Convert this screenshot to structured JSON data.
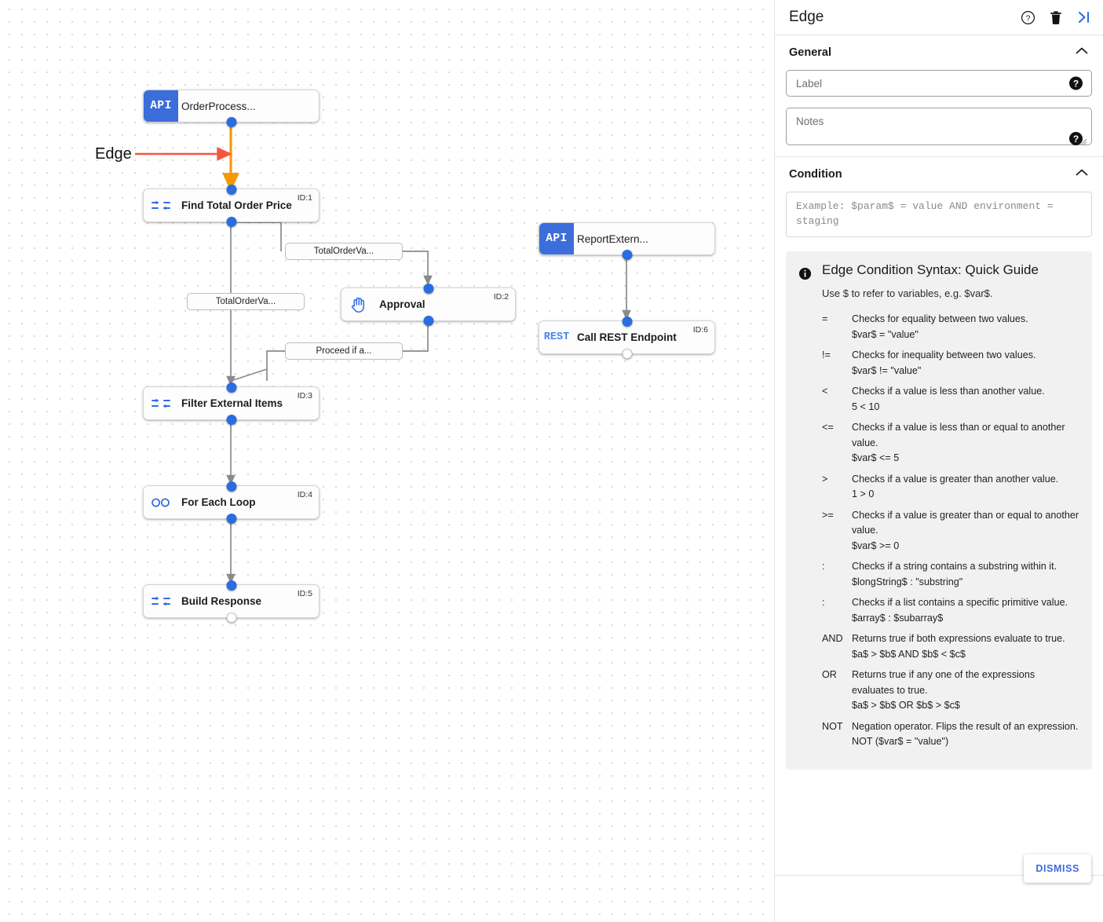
{
  "canvas": {
    "annotation": {
      "text": "Edge",
      "arrow_color": "#f4573c"
    },
    "highlight_edge_color": "#f59a00",
    "nodes": [
      {
        "key": "orderprocess",
        "badge": "API",
        "title": "OrderProcess...",
        "id_label": "",
        "icon": "api-badge-icon"
      },
      {
        "key": "find_total",
        "badge": "",
        "title": "Find Total Order Price",
        "id_label": "ID:1",
        "icon": "merge-arrows-icon"
      },
      {
        "key": "approval",
        "badge": "",
        "title": "Approval",
        "id_label": "ID:2",
        "icon": "hand-icon"
      },
      {
        "key": "filter",
        "badge": "",
        "title": "Filter External Items",
        "id_label": "ID:3",
        "icon": "merge-arrows-icon"
      },
      {
        "key": "foreach",
        "badge": "",
        "title": "For Each Loop",
        "id_label": "ID:4",
        "icon": "infinity-icon"
      },
      {
        "key": "build",
        "badge": "",
        "title": "Build Response",
        "id_label": "ID:5",
        "icon": "merge-arrows-icon"
      },
      {
        "key": "reportextern",
        "badge": "API",
        "title": "ReportExtern...",
        "id_label": "",
        "icon": "api-badge-icon"
      },
      {
        "key": "callrest",
        "badge": "REST",
        "title": "Call REST Endpoint",
        "id_label": "ID:6",
        "icon": "rest-badge-icon"
      }
    ],
    "edge_labels": [
      {
        "key": "l1",
        "text": "TotalOrderVa..."
      },
      {
        "key": "l2",
        "text": "TotalOrderVa..."
      },
      {
        "key": "l3",
        "text": "Proceed if a..."
      }
    ]
  },
  "panel": {
    "title": "Edge",
    "icons": {
      "help": "help-circle-icon",
      "delete": "trash-icon",
      "collapse": "collapse-panel-icon"
    },
    "general": {
      "heading": "General",
      "label_field": {
        "placeholder": "Label",
        "value": ""
      },
      "notes_field": {
        "placeholder": "Notes",
        "value": ""
      }
    },
    "condition": {
      "heading": "Condition",
      "placeholder": "Example: $param$ = value AND environment = staging",
      "value": ""
    },
    "guide": {
      "title": "Edge Condition Syntax: Quick Guide",
      "subtitle": "Use $ to refer to variables, e.g. $var$.",
      "rows": [
        {
          "op": "=",
          "desc": "Checks for equality between two values.",
          "example": "$var$ = \"value\""
        },
        {
          "op": "!=",
          "desc": "Checks for inequality between two values.",
          "example": "$var$ != \"value\""
        },
        {
          "op": "<",
          "desc": "Checks if a value is less than another value.",
          "example": "5 < 10"
        },
        {
          "op": "<=",
          "desc": "Checks if a value is less than or equal to another value.",
          "example": "$var$ <= 5"
        },
        {
          "op": ">",
          "desc": "Checks if a value is greater than another value.",
          "example": "1 > 0"
        },
        {
          "op": ">=",
          "desc": "Checks if a value is greater than or equal to another value.",
          "example": "$var$ >= 0"
        },
        {
          "op": ":",
          "desc": "Checks if a string contains a substring within it.",
          "example": "$longString$ : \"substring\""
        },
        {
          "op": ":",
          "desc": "Checks if a list contains a specific primitive value.",
          "example": "$array$ : $subarray$"
        },
        {
          "op": "AND",
          "desc": "Returns true if both expressions evaluate to true.",
          "example": "$a$ > $b$ AND $b$ < $c$"
        },
        {
          "op": "OR",
          "desc": "Returns true if any one of the expressions evaluates to true.",
          "example": "$a$ > $b$ OR $b$ > $c$"
        },
        {
          "op": "NOT",
          "desc": "Negation operator. Flips the result of an expression.",
          "example": "NOT ($var$ = \"value\")"
        }
      ]
    },
    "footer": {
      "dismiss_label": "DISMISS",
      "dismiss_color": "#3e6ae1"
    }
  }
}
